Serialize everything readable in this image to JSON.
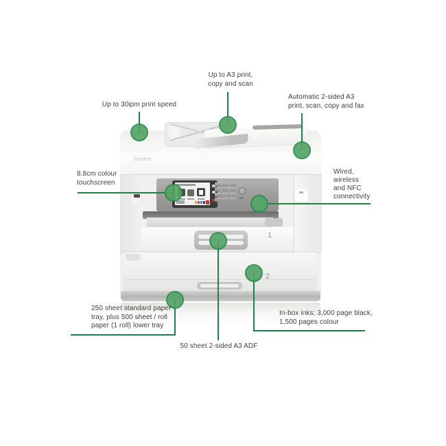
{
  "page": {
    "background": "#ffffff"
  },
  "colors": {
    "connector_line": "#1c8145",
    "marker_fill": "#56a468",
    "marker_border": "#2e8b4d",
    "label_text": "#3f3f3f"
  },
  "printer": {
    "brand_logo": "brother",
    "tray1_number": "1",
    "tray2_number": "2"
  },
  "callouts": {
    "print_speed": {
      "label": "Up to 30ipm print speed"
    },
    "a3_print": {
      "label": "Up to A3 print,\ncopy and scan"
    },
    "auto_two_sided": {
      "label": "Automatic 2-sided A3\nprint, scan, copy and fax"
    },
    "touchscreen": {
      "label": "8.8cm colour\ntouchscreen"
    },
    "connectivity": {
      "label": "Wired,\nwireless\nand NFC\nconnectivity"
    },
    "paper_trays": {
      "label": "250 sheet standard paper\ntray, plus 500 sheet / roll\npaper (1 roll) lower tray"
    },
    "adf": {
      "label": "50 sheet 2-sided A3 ADF"
    },
    "inks": {
      "label": "In-box inks; 3,000 page black,\n1,500 pages colour"
    }
  }
}
